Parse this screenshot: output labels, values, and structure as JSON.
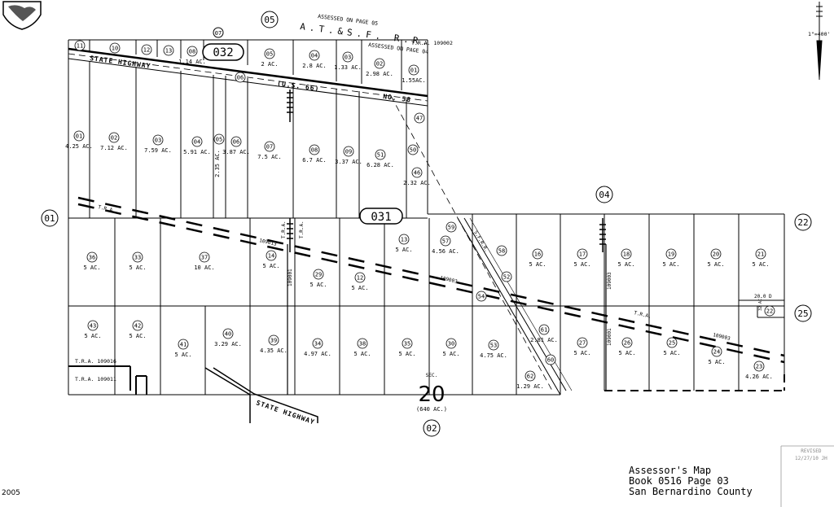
{
  "header": {
    "assessed_top": "ASSESSED ON PAGE 05",
    "railroad": "A.T.&S.F. R.R.",
    "tra_top_right": "T.R.A. 109002",
    "assessed_right": "ASSESSED ON PAGE 04",
    "scale": "1\"=400'"
  },
  "adjacent_pages": {
    "top": "05",
    "top_small": "07",
    "left": "01",
    "right_upper": "22",
    "right_lower": "25",
    "mid": "04",
    "bottom": "02"
  },
  "blocks": {
    "upper": "032",
    "lower": "031"
  },
  "roads": {
    "state_highway_top": "STATE HIGHWAY",
    "us66": "(U.S. 66)",
    "no58": "NO. 58",
    "state_highway_bottom": "STATE HIGHWAY",
    "santa_fe": "S.F.R.R."
  },
  "section": {
    "label": "SEC.",
    "number": "20",
    "acres": "(640 AC.)"
  },
  "tra_codes": [
    "T.R.A.",
    "T.R.A.",
    "T.R.A.",
    "T.R.A. 109016",
    "T.R.A. 109011",
    "109013",
    "109003",
    "109003",
    "T.R.A.",
    "109001",
    "109001",
    "109003"
  ],
  "parcels_top_strip": [
    {
      "num": "11",
      "acres": ""
    },
    {
      "num": "10",
      "acres": ""
    },
    {
      "num": "12",
      "acres": ""
    },
    {
      "num": "13",
      "acres": ""
    },
    {
      "num": "08",
      "acres": "1.14 AC."
    },
    {
      "num": "05",
      "acres": "2 AC."
    },
    {
      "num": "04",
      "acres": "2.8 AC."
    },
    {
      "num": "03",
      "acres": "1.33 AC."
    },
    {
      "num": "02",
      "acres": "2.98 AC."
    },
    {
      "num": "01",
      "acres": "1.55AC."
    },
    {
      "num": "06",
      "acres": ""
    }
  ],
  "parcels_032": [
    {
      "num": "01",
      "acres": "4.25 AC."
    },
    {
      "num": "02",
      "acres": "7.12 AC."
    },
    {
      "num": "03",
      "acres": "7.59 AC."
    },
    {
      "num": "04",
      "acres": "5.91 AC."
    },
    {
      "num": "05",
      "acres": "2.35 AC."
    },
    {
      "num": "06",
      "acres": "3.87 AC."
    },
    {
      "num": "07",
      "acres": "7.5 AC."
    },
    {
      "num": "08",
      "acres": "6.7 AC."
    },
    {
      "num": "09",
      "acres": "3.37 AC."
    },
    {
      "num": "51",
      "acres": "6.28 AC."
    },
    {
      "num": "50",
      "acres": ""
    },
    {
      "num": "46",
      "acres": "2.32 AC."
    },
    {
      "num": "47",
      "acres": ""
    }
  ],
  "parcels_031_row1": [
    {
      "num": "36",
      "acres": "5 AC."
    },
    {
      "num": "33",
      "acres": "5 AC."
    },
    {
      "num": "37",
      "acres": "10 AC."
    },
    {
      "num": "14",
      "acres": "5 AC."
    },
    {
      "num": "29",
      "acres": "5 AC."
    },
    {
      "num": "12",
      "acres": "5 AC."
    },
    {
      "num": "13",
      "acres": "5 AC."
    },
    {
      "num": "57",
      "acres": "4.56 AC."
    },
    {
      "num": "59",
      "acres": ""
    },
    {
      "num": "58",
      "acres": ""
    },
    {
      "num": "52",
      "acres": ""
    },
    {
      "num": "54",
      "acres": ""
    },
    {
      "num": "16",
      "acres": "5 AC."
    },
    {
      "num": "17",
      "acres": "5 AC."
    },
    {
      "num": "18",
      "acres": "5 AC."
    },
    {
      "num": "19",
      "acres": "5 AC."
    },
    {
      "num": "20",
      "acres": "5 AC."
    },
    {
      "num": "21",
      "acres": "5 AC."
    }
  ],
  "parcels_031_row2": [
    {
      "num": "43",
      "acres": "5 AC."
    },
    {
      "num": "42",
      "acres": "5 AC."
    },
    {
      "num": "41",
      "acres": "5 AC."
    },
    {
      "num": "40",
      "acres": "3.29 AC."
    },
    {
      "num": "39",
      "acres": "4.35 AC."
    },
    {
      "num": "34",
      "acres": "4.97 AC."
    },
    {
      "num": "38",
      "acres": "5 AC."
    },
    {
      "num": "35",
      "acres": "5 AC."
    },
    {
      "num": "30",
      "acres": "5 AC."
    },
    {
      "num": "53",
      "acres": "4.75 AC."
    },
    {
      "num": "61",
      "acres": "2.81 AC."
    },
    {
      "num": "60",
      "acres": ""
    },
    {
      "num": "62",
      "acres": "1.29 AC."
    },
    {
      "num": "27",
      "acres": "5 AC."
    },
    {
      "num": "26",
      "acres": "5 AC."
    },
    {
      "num": "25",
      "acres": "5 AC."
    },
    {
      "num": "24",
      "acres": "5 AC."
    },
    {
      "num": "23",
      "acres": "4.26 AC."
    },
    {
      "num": "22",
      "acres": ""
    }
  ],
  "misc": {
    "dim_20": "20.0 D",
    "row_right": "32 AC."
  },
  "title": {
    "line1": "Assessor's Map",
    "line2": "Book 0516 Page 03",
    "line3": "San Bernardino County"
  },
  "revised": {
    "label": "REVISED",
    "date": "12/27/10 JH"
  },
  "year": "2005"
}
